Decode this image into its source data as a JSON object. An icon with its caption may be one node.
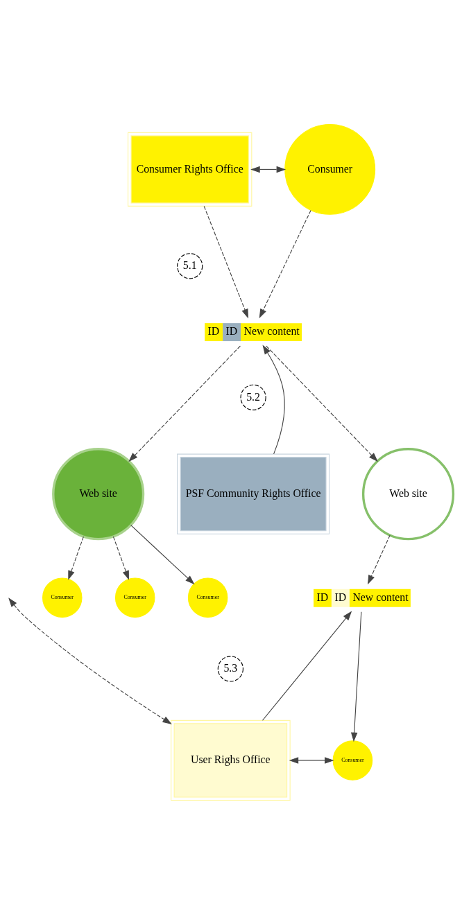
{
  "diagram": {
    "nodes": [
      {
        "text": [
          "Consumer Rights Office"
        ]
      },
      {
        "text": [
          "Consumer"
        ]
      },
      {
        "text": [
          "ID",
          "ID",
          "New content"
        ]
      },
      {
        "text": [
          "PSF Community Rights Office"
        ]
      },
      {
        "text": [
          "Web site"
        ]
      },
      {
        "text": [
          "Web site"
        ]
      },
      {
        "text": [
          "Consumer"
        ]
      },
      {
        "text": [
          "Consumer"
        ]
      },
      {
        "text": [
          "Consumer"
        ]
      },
      {
        "text": [
          "ID",
          "ID",
          "New content"
        ]
      },
      {
        "text": [
          "User Righs Office"
        ]
      },
      {
        "text": [
          "Consumer"
        ]
      }
    ],
    "edges": [
      {
        "from": 0,
        "to": 1,
        "arrow": "both"
      },
      {
        "from": 0,
        "to": 2,
        "arrow": "to",
        "style": "dashed"
      },
      {
        "from": 1,
        "to": 2,
        "arrow": "to",
        "style": "dashed"
      },
      {
        "from": 3,
        "to": 2,
        "arrow": "to"
      },
      {
        "from": 2,
        "to": 4,
        "arrow": "to",
        "style": "dashed"
      },
      {
        "from": 2,
        "to": 5,
        "arrow": "to",
        "style": "dashed"
      },
      {
        "from": 4,
        "to": 6,
        "arrow": "to",
        "style": "dashed"
      },
      {
        "from": 4,
        "to": 7,
        "arrow": "to"
      },
      {
        "from": 4,
        "to": 8,
        "arrow": "to",
        "style": "dashed"
      },
      {
        "from": 5,
        "to": 9,
        "arrow": "to",
        "style": "dashed"
      },
      {
        "from": 10,
        "to": 9,
        "arrow": "to"
      },
      {
        "from": 9,
        "to": 11,
        "arrow": "to"
      },
      {
        "from": 10,
        "to": 11,
        "arrow": "both"
      },
      {
        "from": null,
        "to": 10,
        "arrow": "both",
        "style": "dashed"
      }
    ],
    "labels": [
      "5.1",
      "5.2",
      "5.3"
    ]
  }
}
